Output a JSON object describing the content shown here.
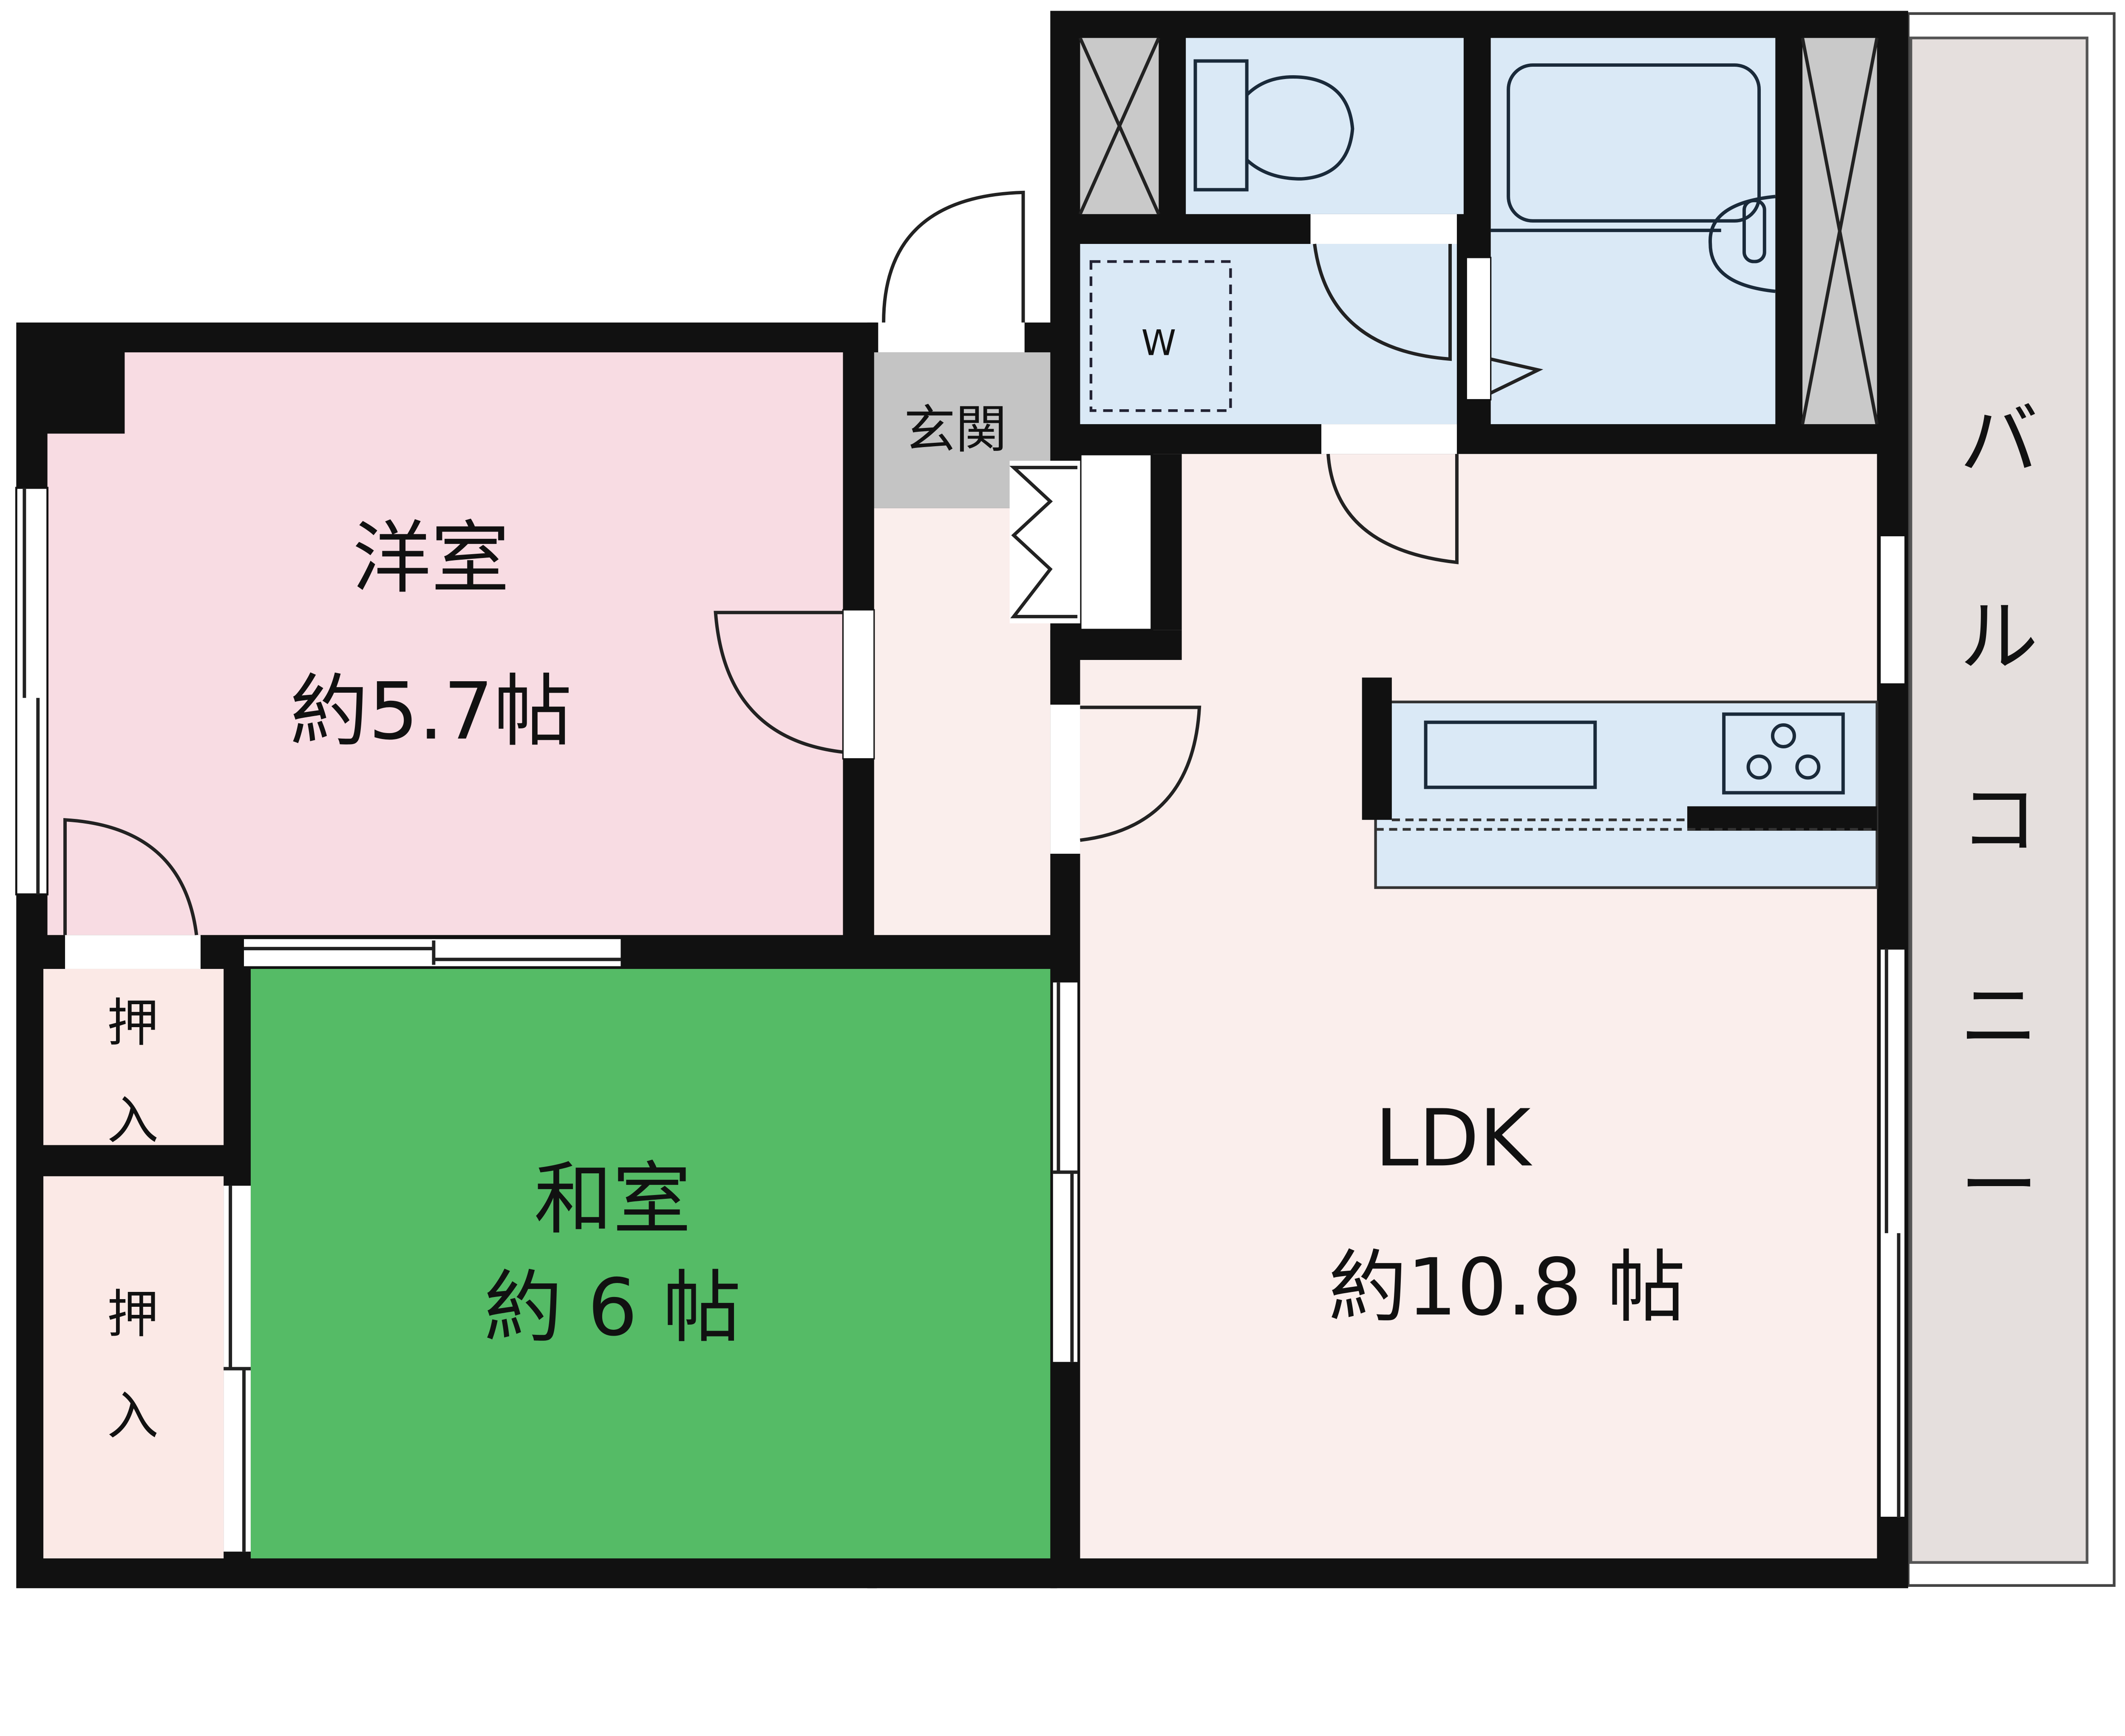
{
  "rooms": {
    "western_room": {
      "name": "洋室",
      "size": "約5.7帖"
    },
    "japanese_room": {
      "name": "和室",
      "size": "約 6 帖"
    },
    "ldk": {
      "name": "LDK",
      "size": "約10.8 帖"
    },
    "entrance": {
      "name": "玄関"
    },
    "closet_upper": {
      "line1": "押",
      "line2": "入"
    },
    "closet_lower": {
      "line1": "押",
      "line2": "入"
    },
    "washer": {
      "name": "W"
    },
    "balcony": {
      "chars": [
        "バ",
        "ル",
        "コ",
        "ニ",
        "ー"
      ]
    }
  },
  "colors": {
    "western": "#f8dce3",
    "ldk": "#faeeec",
    "japanese": "#55bb66",
    "wet": "#dae9f6",
    "shaft": "#c9c9c9",
    "balcony": "#e5dfdd",
    "closet": "#fbe9e6",
    "entrance": "#c4c4c4"
  }
}
